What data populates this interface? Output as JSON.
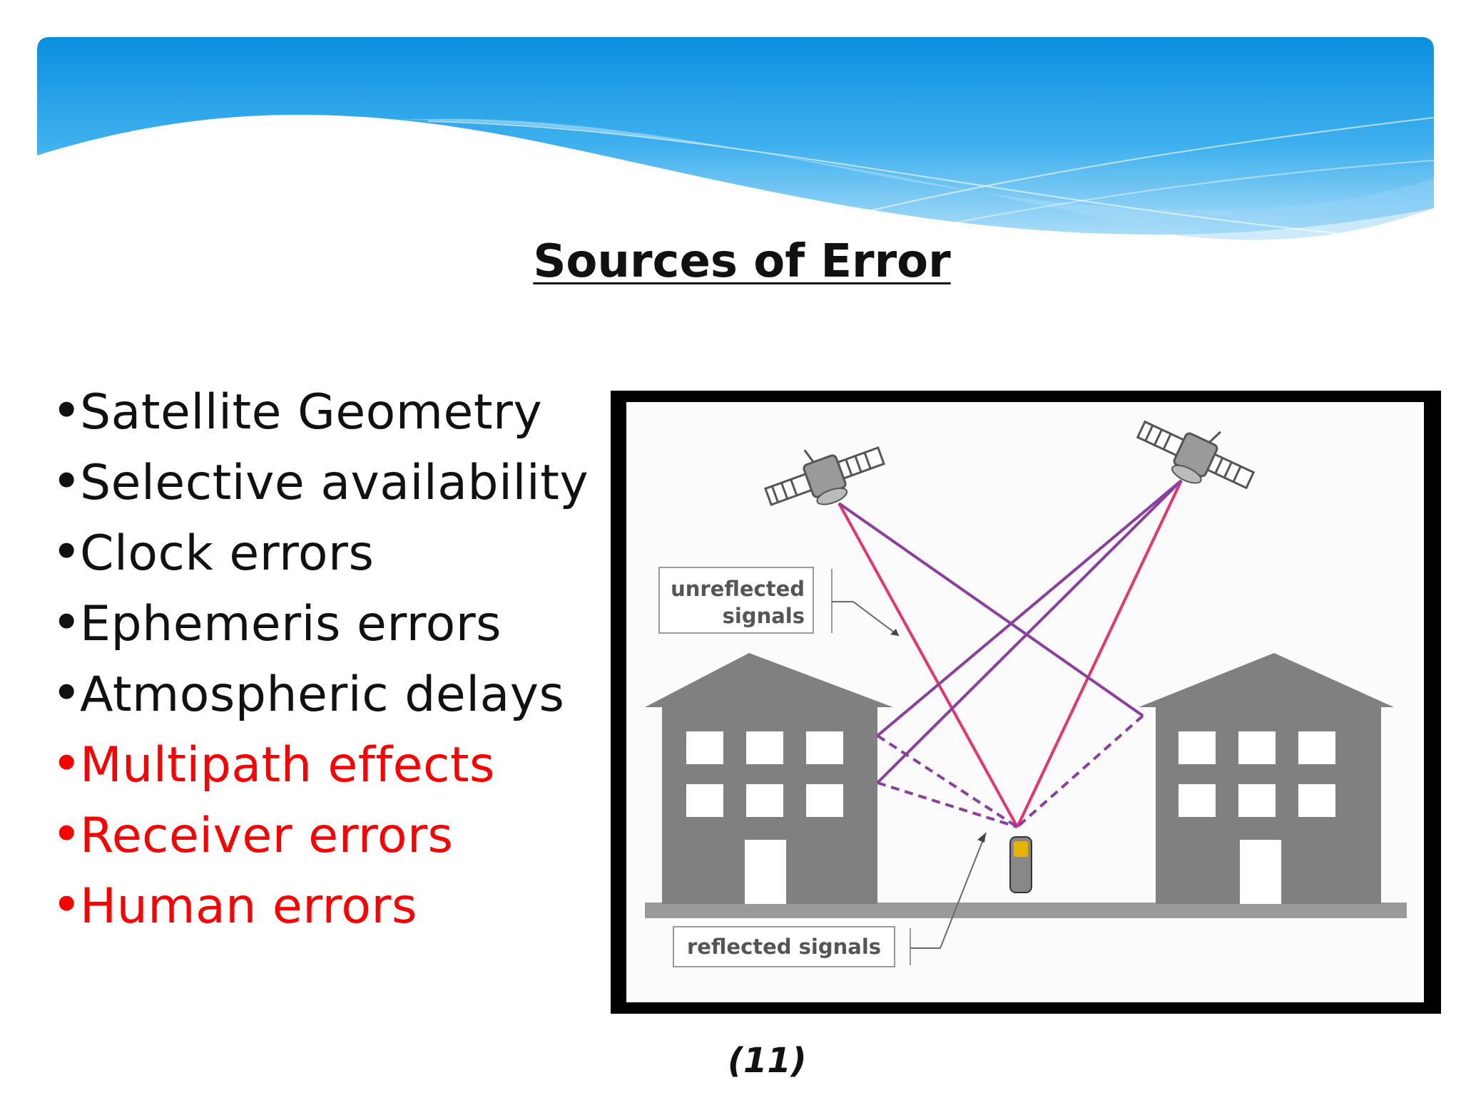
{
  "title": "Sources of Error",
  "bullets": [
    {
      "text": "Satellite Geometry",
      "highlight": false
    },
    {
      "text": "Selective availability",
      "highlight": false
    },
    {
      "text": "Clock errors",
      "highlight": false
    },
    {
      "text": "Ephemeris errors",
      "highlight": false
    },
    {
      "text": "Atmospheric delays",
      "highlight": false
    },
    {
      "text": "Multipath effects",
      "highlight": true
    },
    {
      "text": "Receiver errors",
      "highlight": true
    },
    {
      "text": "Human errors",
      "highlight": true
    }
  ],
  "bullet_glyph": "•",
  "figure": {
    "label_unreflected_line1": "unreflected",
    "label_unreflected_line2": "signals",
    "label_reflected": "reflected signals"
  },
  "caption": "(11)",
  "colors": {
    "banner_dark": "#0a8fdf",
    "banner_light": "#9fd6f7",
    "highlight": "#ff0000",
    "direct_signal": "#e8336b",
    "reflected_signal": "#8a3fa0",
    "building": "#808080"
  },
  "icons": [
    "satellite-icon",
    "gps-receiver-icon",
    "building-icon"
  ]
}
